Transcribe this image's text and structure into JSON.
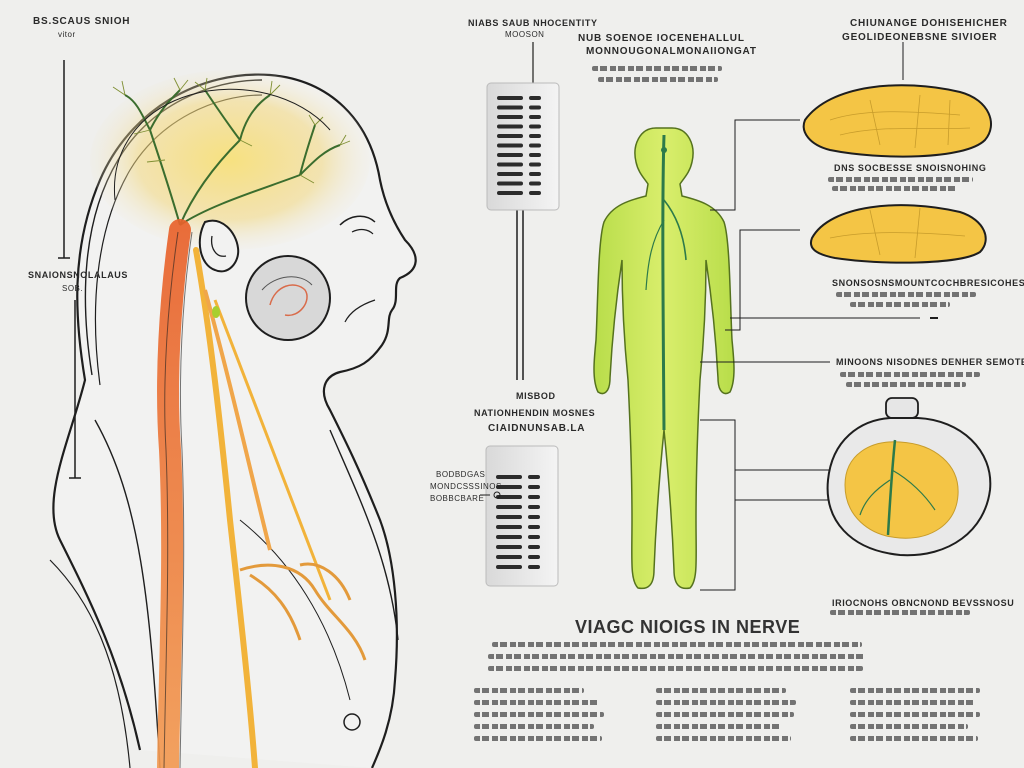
{
  "labels": {
    "top_left_title": "BS.SCAUS SNIOH",
    "top_left_sub": "vitor",
    "left_mid_1": "SNAIONSNOLALAUS",
    "left_mid_2": "SOB.",
    "gauge_top_label_1": "NIABS SAUB NHOCENTITY",
    "gauge_top_label_2": "MOOSON",
    "center_top_1": "NUB SOENOE IOCENEHALLUL",
    "center_top_2": "MONNOUGONALMONAIIONGAT",
    "gauge_bottom_label_1": "MISBOD",
    "gauge_bottom_label_2": "NATIONHENDIN MOSNES",
    "gauge_bottom_label_3": "CIAIDNUNSAB.LA",
    "left_small_1": "BODBDGAS",
    "left_small_2": "MONDCSSSINOS",
    "left_small_3": "BOBBCBARE",
    "right_top_1": "CHIUNANGE DOHISEHICHER",
    "right_top_2": "GEOLIDEONEBSNE SIVIOER",
    "right_mid_1": "DNS SOCBESSE SNOISNOHING",
    "right_mid_2": "SNONSOSNSMOUNTCOCHBRESICOHES",
    "right_lower_1": "MINOONS NISODNES DENHER SEMOTENT",
    "right_bottom_1": "IRIOCNOHS OBNCNOND BEVSSNOSU",
    "title": "VIAGC NIOIGS IN NERVE"
  },
  "colors": {
    "background": "#efefed",
    "nerve_orange": "#e8622c",
    "nerve_yellow": "#f2b33a",
    "body_green": "#c8e85a",
    "organ_yellow": "#f4c545",
    "outline": "#1e1e1e"
  }
}
